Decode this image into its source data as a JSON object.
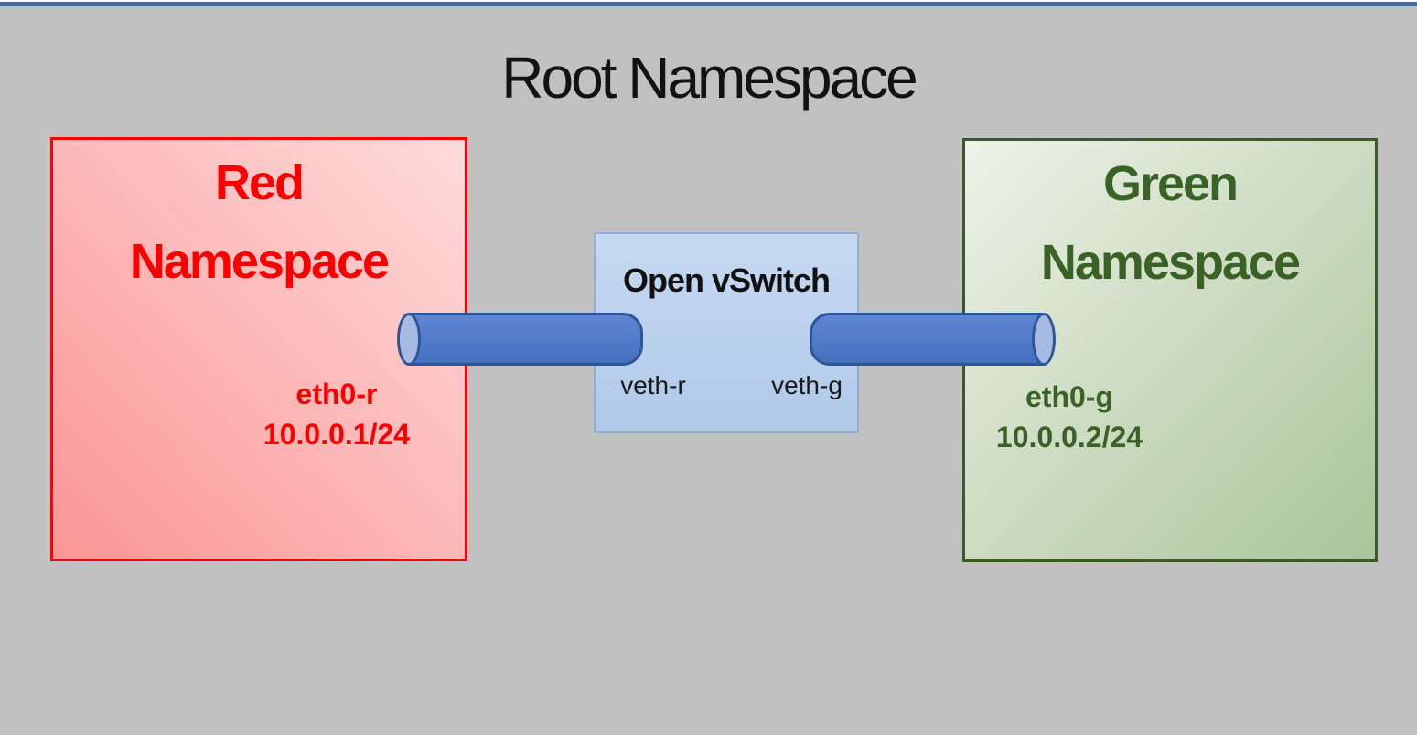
{
  "slide": {
    "title": "Root Namespace"
  },
  "colors": {
    "background": "#c1c1c1",
    "top_bar": "#4a6a99",
    "red_border": "#fb0006",
    "red_text": "#fa0000",
    "red_fill_dark": "#fa9595",
    "red_fill_light": "#ffdbdb",
    "green_border": "#3b5b26",
    "green_text": "#3a6126",
    "green_fill_light": "#edf2e8",
    "green_fill_dark": "#abc49a",
    "switch_fill": "#bcd2ee",
    "switch_border": "#94aed1",
    "cable_fill": "#4c78c9",
    "cable_cap_fill": "#a6bae3",
    "cable_stroke": "#2e5597"
  },
  "red_namespace": {
    "name_line1": "Red",
    "name_line2": "Namespace",
    "interface": "eth0-r",
    "ip": "10.0.0.1/24"
  },
  "green_namespace": {
    "name_line1": "Green",
    "name_line2": "Namespace",
    "interface": "eth0-g",
    "ip": "10.0.0.2/24"
  },
  "switch": {
    "label": "Open vSwitch",
    "left_port": "veth-r",
    "right_port": "veth-g"
  }
}
